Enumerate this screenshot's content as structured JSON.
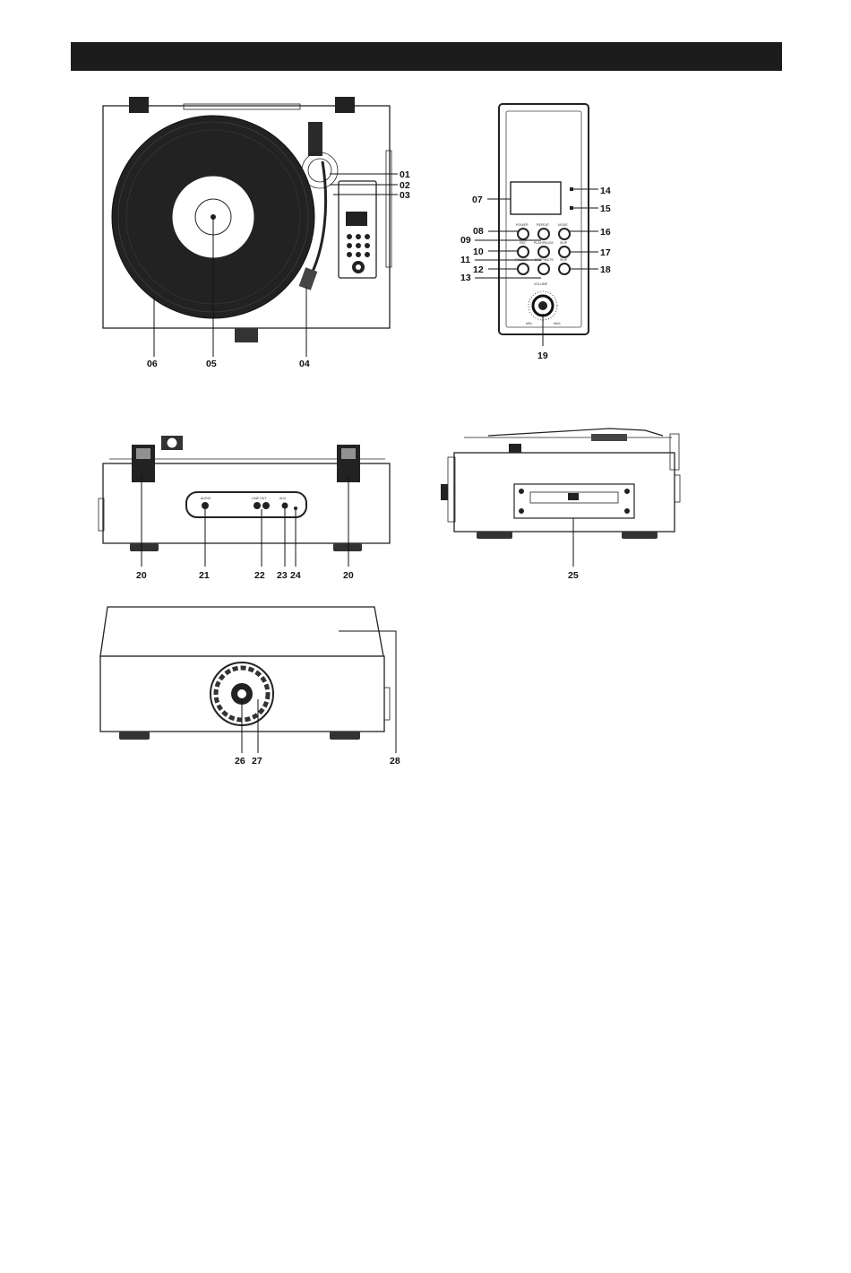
{
  "header": {
    "bar_color": "#1c1c1c"
  },
  "callouts": {
    "c01": "01",
    "c02": "02",
    "c03": "03",
    "c04": "04",
    "c05": "05",
    "c06": "06",
    "c07": "07",
    "c08": "08",
    "c09": "09",
    "c10": "10",
    "c11": "11",
    "c12": "12",
    "c13": "13",
    "c14": "14",
    "c15": "15",
    "c16": "16",
    "c17": "17",
    "c18": "18",
    "c19": "19",
    "c20a": "20",
    "c20b": "20",
    "c21": "21",
    "c22": "22",
    "c23": "23",
    "c24": "24",
    "c25": "25",
    "c26": "26",
    "c27": "27",
    "c28": "28"
  },
  "panel_text": {
    "b08": "POWER",
    "b09": "REPEAT",
    "b16": "MODE",
    "b10": "REC",
    "b11": "PLAY/PAUSE",
    "b17": "SKIP",
    "b12": "FOLDER",
    "b13": "STOP/MUTE",
    "b18": "SKIP",
    "volume": "VOLUME",
    "min": "MIN",
    "max": "MAX"
  },
  "back_text": {
    "j21": "AUDIO",
    "j22": "LINE OUT",
    "j23": "AUX"
  }
}
